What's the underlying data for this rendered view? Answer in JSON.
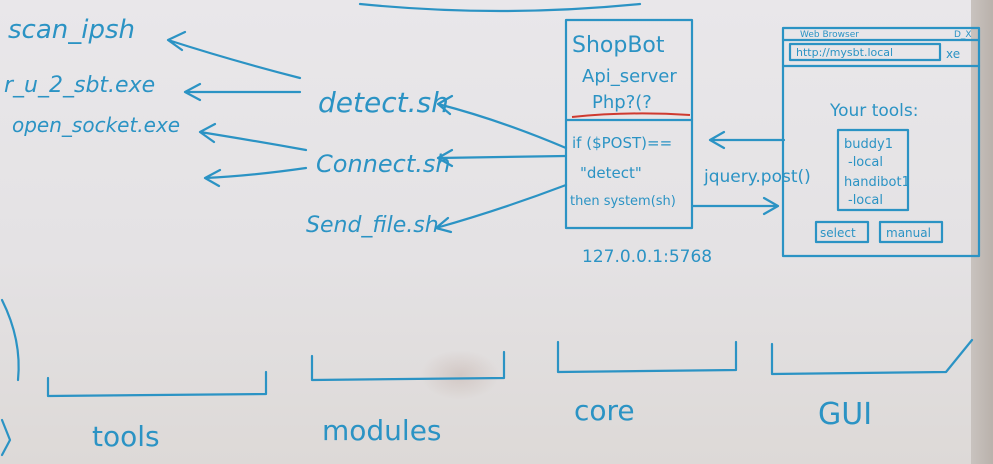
{
  "tools": [
    "scan_ipsh",
    "r_u_2_sbt.exe",
    "open_socket.exe"
  ],
  "modules": [
    "detect.sh",
    "Connect.sh",
    "Send_file.sh"
  ],
  "core": {
    "title": "ShopBot",
    "subtitle": "Api_server",
    "file": "Php?(?",
    "code_lines": [
      "if ($POST)==",
      "\"detect\"",
      "then system(sh)"
    ],
    "address": "127.0.0.1:5768"
  },
  "connector_label": "jquery.post()",
  "gui": {
    "window_title": "Web Browser",
    "window_controls": "D_X",
    "url": "http://mysbt.local",
    "url_suffix": "xe",
    "heading": "Your tools:",
    "tools_list": [
      "buddy1",
      "-local",
      "handibot1",
      "-local"
    ],
    "buttons": [
      "select",
      "manual"
    ]
  },
  "section_labels": [
    "tools",
    "modules",
    "core",
    "GUI"
  ],
  "colors": {
    "marker": "#2b93c4",
    "underline": "#cf3a2f"
  }
}
